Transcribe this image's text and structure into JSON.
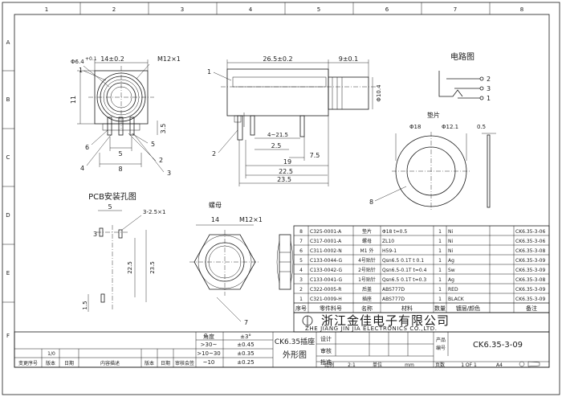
{
  "zone_numbers": {
    "top": [
      "1",
      "2",
      "3",
      "4",
      "5",
      "6",
      "7",
      "8"
    ],
    "side": [
      "A",
      "B",
      "C",
      "D",
      "E",
      "F"
    ]
  },
  "front_view": {
    "dim_width": "14±0.2",
    "dim_thread": "M12×1",
    "dim_hole": "Φ6.4",
    "dim_hole_tol": "+0.1",
    "dim_height": "11",
    "dim_pin_offset": "3.5",
    "dim_pin_gap": "5",
    "dim_base": "8",
    "callouts": [
      "1",
      "6",
      "4",
      "5",
      "2",
      "3"
    ]
  },
  "side_view": {
    "dim_body": "26.5±0.2",
    "dim_nose": "9±0.1",
    "dim_dia": "Φ10.4",
    "dim_a": "4~21.5",
    "dim_b": "2.5",
    "dim_c": "7.5",
    "dim_d": "19",
    "dim_e": "22.5",
    "dim_f": "23.5",
    "callouts": [
      "1",
      "2"
    ]
  },
  "circuit": {
    "title": "电路图",
    "pins": [
      "2",
      "3",
      "1"
    ]
  },
  "washer": {
    "title": "垫片",
    "dim_outer": "Φ18",
    "dim_inner": "Φ12.1",
    "dim_thick": "0.5",
    "callout": "8"
  },
  "pcb": {
    "title": "PCB安装孔图",
    "dim_5": "5",
    "dim_slot": "3-2.5×1",
    "dim_3": "3",
    "dim_22_5": "22.5",
    "dim_23_5": "23.5",
    "dim_1_5": "1.5"
  },
  "nut": {
    "title": "螺母",
    "dim_width": "14",
    "dim_thread": "M12×1",
    "callout": "7"
  },
  "bom": {
    "rows": [
      {
        "no": "8",
        "code": "C325-0001-A",
        "name": "垫片",
        "spec": "Φ18 t=0.5",
        "qty": "1",
        "mat": "Ni",
        "note": "CK6.35-3-06"
      },
      {
        "no": "7",
        "code": "C317-0001-A",
        "name": "螺母",
        "spec": "ZL10",
        "qty": "1",
        "mat": "Ni",
        "note": "CK6.35-3-06"
      },
      {
        "no": "6",
        "code": "C311-0002-N",
        "name": "M1 外",
        "spec": "H59-1",
        "qty": "1",
        "mat": "Ni",
        "note": "CK6.35-3-08"
      },
      {
        "no": "5",
        "code": "C133-0044-G",
        "name": "4号贴针",
        "spec": "Qsn6.5 0.1T t 0.1",
        "qty": "1",
        "mat": "Ag",
        "note": "CK6.35-3-09"
      },
      {
        "no": "4",
        "code": "C133-0042-G",
        "name": "2号贴针",
        "spec": "Qsn6.5-0.1T t=0.4",
        "qty": "1",
        "mat": "Sw",
        "note": "CK6.35-3-09"
      },
      {
        "no": "3",
        "code": "C133-0041-G",
        "name": "1号贴针",
        "spec": "Qsn6.5 0.1T t=0.3",
        "qty": "1",
        "mat": "Ag",
        "note": "CK6.35-3-08"
      },
      {
        "no": "2",
        "code": "C322-0005-R",
        "name": "后盖",
        "spec": "ABS777D",
        "qty": "1",
        "mat": "RED",
        "note": "CK6.35-3-09"
      },
      {
        "no": "1",
        "code": "C321-0009-H",
        "name": "插座",
        "spec": "ABS777D",
        "qty": "1",
        "mat": "BLACK",
        "note": "CK6.35-3-09"
      }
    ],
    "headers": {
      "no": "序号",
      "code": "零件料号",
      "name": "名称",
      "spec": "材料",
      "qty": "数量",
      "mat": "镀层/颜色",
      "note": "备注"
    }
  },
  "company": {
    "name_cn": "浙江金佳电子有限公司",
    "name_en": "ZHE JIANG JIN JIA ELECTRONICS CO.,LTD."
  },
  "title_block": {
    "tol_head_a": "角度",
    "tol_head_b": "±3°",
    "tol_rows": [
      {
        "range": ">30~",
        "tol": "±0.45"
      },
      {
        "range": ">10~30",
        "tol": "±0.35"
      },
      {
        "range": "~10",
        "tol": "±0.25"
      }
    ],
    "product_name_line1": "CK6.35插座",
    "product_name_line2": "外形图",
    "labels": [
      "设计",
      "审核",
      "批准"
    ],
    "part_label": "产品",
    "part_label2": "编号",
    "part_no": "CK6.35-3-09",
    "scale_label": "比例",
    "scale_value": "2:1",
    "unit_label": "单位",
    "unit_value": "mm",
    "sheet_label": "页数",
    "sheet_value": "1 OF 1",
    "size_value": "A4",
    "rev_small": "1/0",
    "rev_headers": [
      "变更序号",
      "版本",
      "日期",
      "内容描述",
      "版本",
      "日期",
      "审核会签"
    ]
  }
}
